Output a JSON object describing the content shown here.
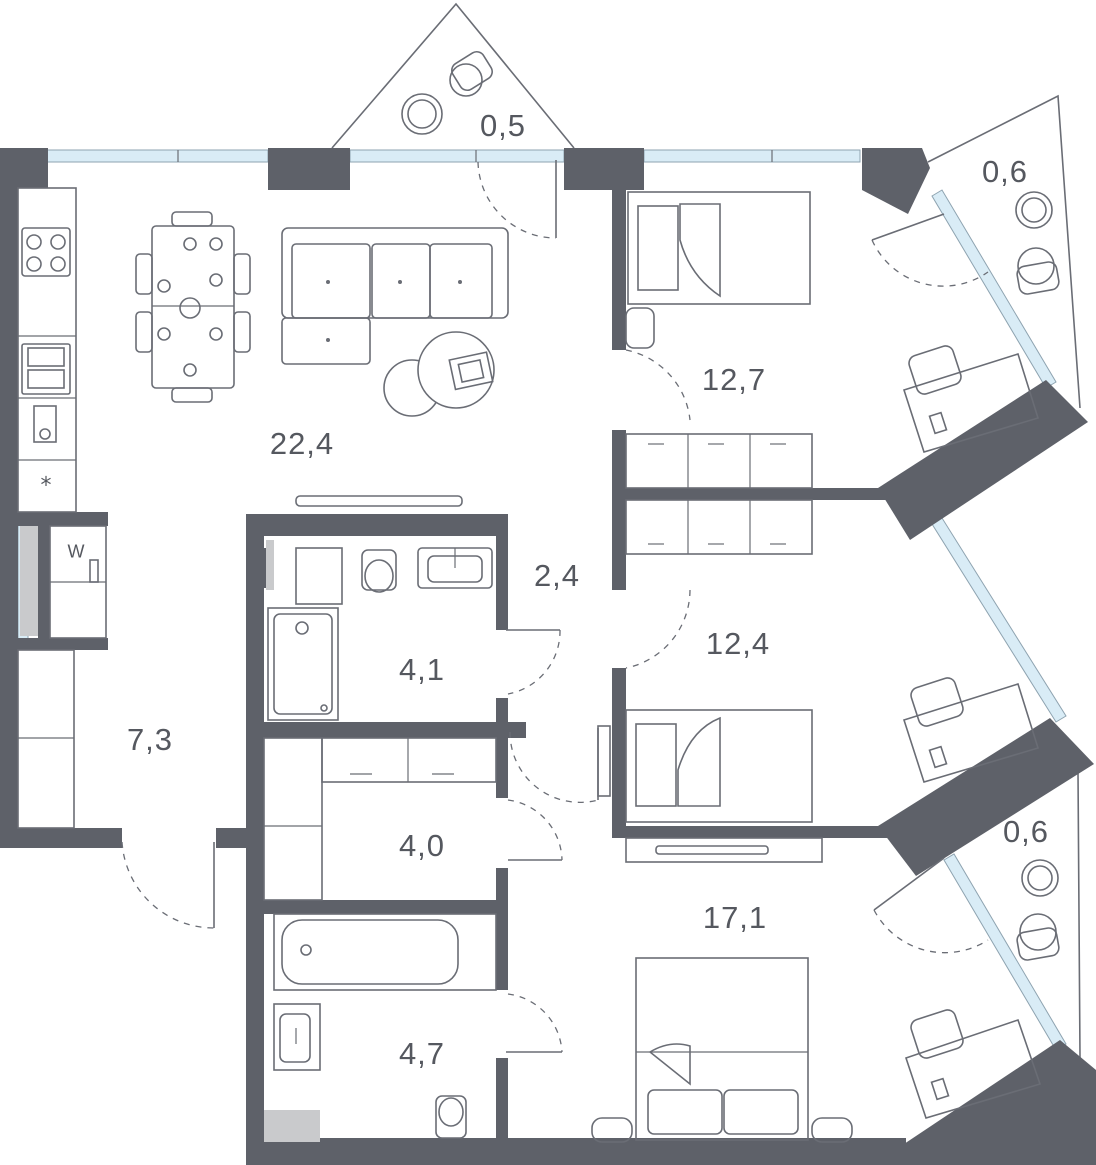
{
  "rooms": {
    "balcony_top": "0,5",
    "balcony_right_top": "0,6",
    "living_kitchen": "22,4",
    "bedroom_top": "12,7",
    "corridor": "2,4",
    "bathroom_top": "4,1",
    "bedroom_middle": "12,4",
    "hall": "7,3",
    "storage": "4,0",
    "bedroom_bottom": "17,1",
    "balcony_right_bottom": "0,6",
    "bathroom_bottom": "4,7"
  },
  "fixtures": {
    "washer_label": "W",
    "fridge_symbol": "*"
  },
  "colors": {
    "wall": "#5e6169",
    "glass": "#d9ecf6",
    "line": "#6a6d75",
    "text": "#55585f"
  }
}
